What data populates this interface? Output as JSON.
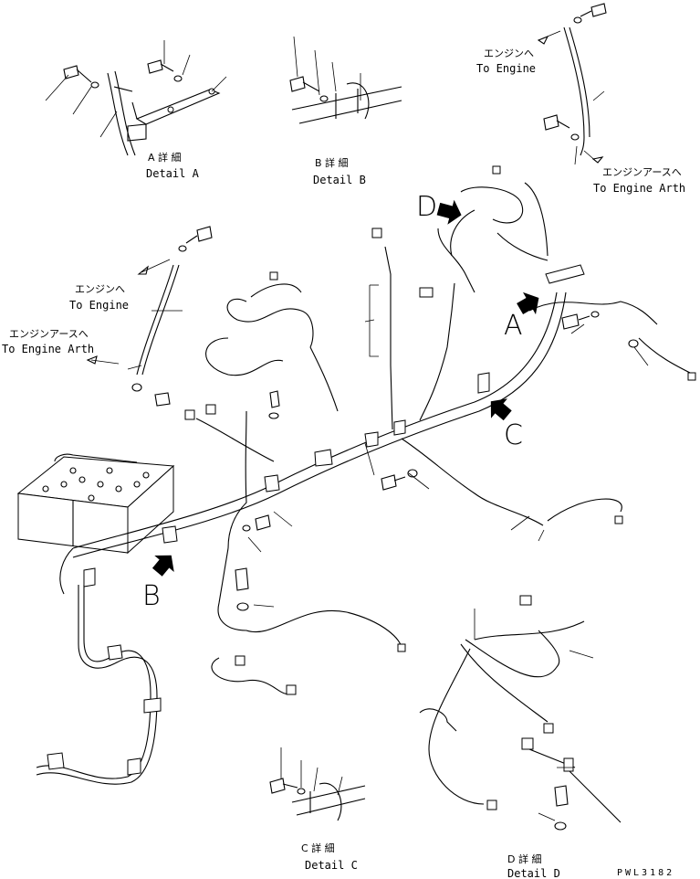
{
  "details": {
    "a_jp": "A 詳 細",
    "a_en": "Detail A",
    "b_jp": "B 詳 細",
    "b_en": "Detail B",
    "c_jp": "C 詳 細",
    "c_en": "Detail C",
    "d_jp": "D 詳 細",
    "d_en": "Detail D"
  },
  "callouts": {
    "engine_jp": "エンジンへ",
    "engine_en": "To Engine",
    "earth_jp": "エンジンアースへ",
    "earth_en": "To Engine Arth"
  },
  "view_letters": {
    "a": "A",
    "b": "B",
    "c": "C",
    "d": "D"
  },
  "drawing_code": "PWL3182"
}
